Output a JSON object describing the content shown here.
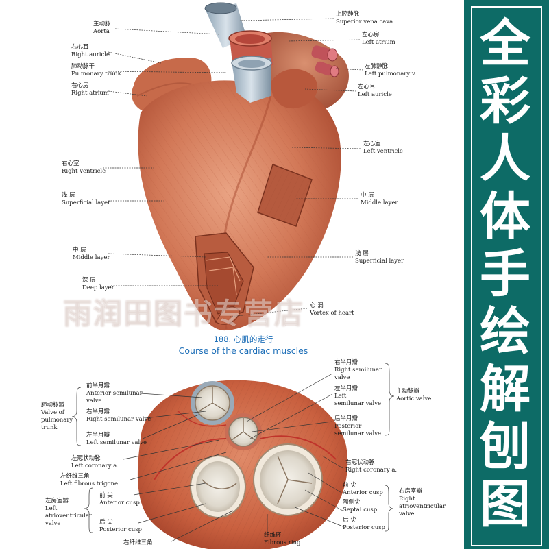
{
  "sidebar": {
    "chars": [
      "全",
      "彩",
      "人",
      "体",
      "手",
      "绘",
      "解",
      "刨",
      "图"
    ],
    "bg_color": "#0d6b66"
  },
  "watermark": "雨润田图书专营店",
  "caption": {
    "number_title": "188. 心肌的走行",
    "english": "Course of the cardiac muscles"
  },
  "heart_labels": {
    "aorta": {
      "zh": "主动脉",
      "en": "Aorta"
    },
    "right_auricle": {
      "zh": "右心耳",
      "en": "Right auricle"
    },
    "pulmonary_trunk": {
      "zh": "肺动脉干",
      "en": "Pulmonary trunk"
    },
    "right_atrium": {
      "zh": "右心房",
      "en": "Right atrium"
    },
    "right_ventricle": {
      "zh": "右心室",
      "en": "Right ventricle"
    },
    "superficial_layer_left": {
      "zh": "浅 层",
      "en": "Superficial layer"
    },
    "middle_layer_left": {
      "zh": "中 层",
      "en": "Middle layer"
    },
    "deep_layer": {
      "zh": "深 层",
      "en": "Deep layer"
    },
    "superior_vena_cava": {
      "zh": "上腔静脉",
      "en": "Superior vena cava"
    },
    "left_atrium": {
      "zh": "左心房",
      "en": "Left atrium"
    },
    "left_pulmonary_v": {
      "zh": "左肺静脉",
      "en": "Left pulmonary v."
    },
    "left_auricle": {
      "zh": "左心耳",
      "en": "Left auricle"
    },
    "left_ventricle": {
      "zh": "左心室",
      "en": "Left ventricle"
    },
    "middle_layer_right": {
      "zh": "中 层",
      "en": "Middle layer"
    },
    "superficial_layer_right": {
      "zh": "浅 层",
      "en": "Superficial layer"
    },
    "vortex_of_heart": {
      "zh": "心 涡",
      "en": "Vortex of heart"
    }
  },
  "valve_labels": {
    "pulmonary_valve": {
      "zh": "肺动脉瓣",
      "en1": "Valve of",
      "en2": "pulmonary",
      "en3": "trunk"
    },
    "anterior_semilunar": {
      "zh": "前半月瓣",
      "en1": "Anterior semilunar",
      "en2": "valve"
    },
    "right_semilunar_p": {
      "zh": "右半月瓣",
      "en": "Right semilunar valve"
    },
    "left_semilunar_p": {
      "zh": "左半月瓣",
      "en": "Left semilunar valve"
    },
    "left_coronary": {
      "zh": "左冠状动脉",
      "en": "Left coronary a."
    },
    "left_fibrous_trigone": {
      "zh": "左纤维三角",
      "en": "Left fibrous trigone"
    },
    "left_av_valve": {
      "zh": "左房室瓣",
      "en1": "Left",
      "en2": "atrioventricular",
      "en3": "valve"
    },
    "anterior_cusp_left": {
      "zh": "前 尖",
      "en": "Anterior cusp"
    },
    "posterior_cusp_left": {
      "zh": "后 尖",
      "en": "Posterior cusp"
    },
    "right_fibrous_trigone": {
      "zh": "右纤维三角"
    },
    "right_semilunar_a": {
      "zh": "右半月瓣",
      "en1": "Right semilunar",
      "en2": "valve"
    },
    "left_semilunar_a": {
      "zh": "左半月瓣",
      "en1": "Left",
      "en2": "semilunar valve"
    },
    "posterior_semilunar": {
      "zh": "后半月瓣",
      "en1": "Posterior",
      "en2": "semilunar valve"
    },
    "aortic_valve": {
      "zh": "主动脉瓣",
      "en": "Aortic valve"
    },
    "right_coronary": {
      "zh": "右冠状动脉",
      "en": "Right coronary a."
    },
    "anterior_cusp_right": {
      "zh": "前 尖",
      "en": "Anterior cusp"
    },
    "septal_cusp": {
      "zh": "隔侧尖",
      "en": "Septal cusp"
    },
    "posterior_cusp_right": {
      "zh": "后 尖",
      "en": "Posterior cusp"
    },
    "right_av_valve": {
      "zh": "右房室瓣",
      "en1": "Right",
      "en2": "atrioventricular",
      "en3": "valve"
    },
    "fibrous_ring": {
      "zh": "纤维环",
      "en": "Fibrous ring"
    }
  }
}
